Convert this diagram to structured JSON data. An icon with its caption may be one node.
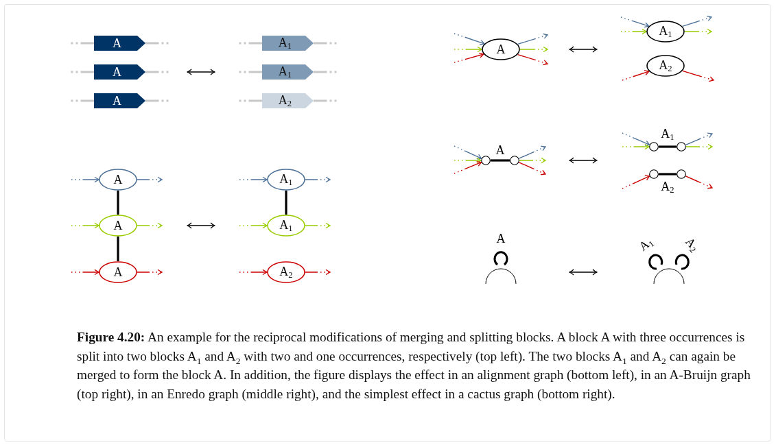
{
  "diagram": {
    "caption": "**Figure 4.20:** An example for the reciprocal modifications of merging and splitting blocks. A block A with three occurrences is split into two blocks A$_{1}$ and A$_{2}$ with two and one occurrences, respectively (top left). The two blocks A$_{1}$ and A$_{2}$ can again be merged to form the block A. In addition, the figure displays the effect in an alignment graph (bottom left), in an A-Bruijn graph (top right), in an Enredo graph (middle right), and the simplest effect in a cactus graph (bottom right).",
    "nodes": [
      {
        "text": [
          "A"
        ]
      },
      {
        "text": [
          "A"
        ]
      },
      {
        "text": [
          "A"
        ]
      },
      {
        "text": [
          "A$_{1}$"
        ]
      },
      {
        "text": [
          "A$_{1}$"
        ]
      },
      {
        "text": [
          "A$_{2}$"
        ]
      },
      {
        "text": [
          "A"
        ]
      },
      {
        "text": [
          "A"
        ]
      },
      {
        "text": [
          "A"
        ]
      },
      {
        "text": [
          "A$_{1}$"
        ]
      },
      {
        "text": [
          "A$_{1}$"
        ]
      },
      {
        "text": [
          "A$_{2}$"
        ]
      },
      {
        "text": [
          "A"
        ]
      },
      {
        "text": [
          "A$_{1}$"
        ]
      },
      {
        "text": [
          "A$_{2}$"
        ]
      },
      {
        "text": [],
        "shape": "circle"
      },
      {
        "text": [],
        "shape": "circle"
      },
      {
        "text": [],
        "shape": "circle"
      },
      {
        "text": [],
        "shape": "circle"
      },
      {
        "text": [],
        "shape": "circle"
      },
      {
        "text": [],
        "shape": "circle"
      }
    ],
    "edges": [
      {
        "from": null,
        "to": 0,
        "arrow": "none",
        "style": "dashed",
        "color": "#c8c8c8"
      },
      {
        "from": 0,
        "to": null,
        "arrow": "none",
        "style": "dashed",
        "color": "#c8c8c8"
      },
      {
        "from": null,
        "to": 1,
        "arrow": "none",
        "style": "dashed",
        "color": "#c8c8c8"
      },
      {
        "from": 1,
        "to": null,
        "arrow": "none",
        "style": "dashed",
        "color": "#c8c8c8"
      },
      {
        "from": null,
        "to": 2,
        "arrow": "none",
        "style": "dashed",
        "color": "#c8c8c8"
      },
      {
        "from": 2,
        "to": null,
        "arrow": "none",
        "style": "dashed",
        "color": "#c8c8c8"
      },
      {
        "from": null,
        "to": 3,
        "arrow": "none",
        "style": "dashed",
        "color": "#c8c8c8"
      },
      {
        "from": 3,
        "to": null,
        "arrow": "none",
        "style": "dashed",
        "color": "#c8c8c8"
      },
      {
        "from": null,
        "to": 4,
        "arrow": "none",
        "style": "dashed",
        "color": "#c8c8c8"
      },
      {
        "from": 4,
        "to": null,
        "arrow": "none",
        "style": "dashed",
        "color": "#c8c8c8"
      },
      {
        "from": null,
        "to": 5,
        "arrow": "none",
        "style": "dashed",
        "color": "#c8c8c8"
      },
      {
        "from": 5,
        "to": null,
        "arrow": "none",
        "style": "dashed",
        "color": "#c8c8c8"
      },
      {
        "from": null,
        "to": 6,
        "arrow": "to",
        "style": "dashed",
        "color": "#4e7299"
      },
      {
        "from": 6,
        "to": null,
        "arrow": "to",
        "style": "dashed",
        "color": "#4e7299"
      },
      {
        "from": null,
        "to": 7,
        "arrow": "to",
        "style": "dashed",
        "color": "#99cc00"
      },
      {
        "from": 7,
        "to": null,
        "arrow": "to",
        "style": "dashed",
        "color": "#99cc00"
      },
      {
        "from": null,
        "to": 8,
        "arrow": "to",
        "style": "dashed",
        "color": "#cc0000"
      },
      {
        "from": 8,
        "to": null,
        "arrow": "to",
        "style": "dashed",
        "color": "#cc0000"
      },
      {
        "from": null,
        "to": 9,
        "arrow": "to",
        "style": "dashed",
        "color": "#4e7299"
      },
      {
        "from": 9,
        "to": null,
        "arrow": "to",
        "style": "dashed",
        "color": "#4e7299"
      },
      {
        "from": null,
        "to": 10,
        "arrow": "to",
        "style": "dashed",
        "color": "#99cc00"
      },
      {
        "from": 10,
        "to": null,
        "arrow": "to",
        "style": "dashed",
        "color": "#99cc00"
      },
      {
        "from": null,
        "to": 11,
        "arrow": "to",
        "style": "dashed",
        "color": "#cc0000"
      },
      {
        "from": 11,
        "to": null,
        "arrow": "to",
        "style": "dashed",
        "color": "#cc0000"
      },
      {
        "from": 6,
        "to": 7,
        "arrow": "none",
        "style": "thick",
        "color": "#000000"
      },
      {
        "from": 7,
        "to": 8,
        "arrow": "none",
        "style": "thick",
        "color": "#000000"
      },
      {
        "from": 9,
        "to": 10,
        "arrow": "none",
        "style": "thick",
        "color": "#000000"
      },
      {
        "from": null,
        "to": 12,
        "arrow": "to",
        "style": "dashed",
        "color": "#4e7299"
      },
      {
        "from": null,
        "to": 12,
        "arrow": "to",
        "style": "dashed",
        "color": "#99cc00"
      },
      {
        "from": null,
        "to": 12,
        "arrow": "to",
        "style": "dashed",
        "color": "#cc0000"
      },
      {
        "from": 12,
        "to": null,
        "arrow": "to",
        "style": "dashed",
        "color": "#4e7299"
      },
      {
        "from": 12,
        "to": null,
        "arrow": "to",
        "style": "dashed",
        "color": "#99cc00"
      },
      {
        "from": 12,
        "to": null,
        "arrow": "to",
        "style": "dashed",
        "color": "#cc0000"
      },
      {
        "from": null,
        "to": 13,
        "arrow": "to",
        "style": "dashed",
        "color": "#4e7299"
      },
      {
        "from": null,
        "to": 13,
        "arrow": "to",
        "style": "dashed",
        "color": "#99cc00"
      },
      {
        "from": 13,
        "to": null,
        "arrow": "to",
        "style": "dashed",
        "color": "#4e7299"
      },
      {
        "from": 13,
        "to": null,
        "arrow": "to",
        "style": "dashed",
        "color": "#99cc00"
      },
      {
        "from": null,
        "to": 14,
        "arrow": "to",
        "style": "dashed",
        "color": "#cc0000"
      },
      {
        "from": 14,
        "to": null,
        "arrow": "to",
        "style": "dashed",
        "color": "#cc0000"
      },
      {
        "from": null,
        "to": 15,
        "arrow": "to",
        "style": "dashed",
        "color": "#4e7299"
      },
      {
        "from": null,
        "to": 15,
        "arrow": "to",
        "style": "dashed",
        "color": "#99cc00"
      },
      {
        "from": null,
        "to": 15,
        "arrow": "to",
        "style": "dashed",
        "color": "#cc0000"
      },
      {
        "from": 15,
        "to": 16,
        "arrow": "none",
        "style": "thick",
        "color": "#000000",
        "label": "A"
      },
      {
        "from": 16,
        "to": null,
        "arrow": "to",
        "style": "dashed",
        "color": "#4e7299"
      },
      {
        "from": 16,
        "to": null,
        "arrow": "to",
        "style": "dashed",
        "color": "#99cc00"
      },
      {
        "from": 16,
        "to": null,
        "arrow": "to",
        "style": "dashed",
        "color": "#cc0000"
      },
      {
        "from": null,
        "to": 17,
        "arrow": "to",
        "style": "dashed",
        "color": "#4e7299"
      },
      {
        "from": null,
        "to": 17,
        "arrow": "to",
        "style": "dashed",
        "color": "#99cc00"
      },
      {
        "from": 17,
        "to": 18,
        "arrow": "none",
        "style": "thick",
        "color": "#000000",
        "label": "A$_{1}$"
      },
      {
        "from": 18,
        "to": null,
        "arrow": "to",
        "style": "dashed",
        "color": "#4e7299"
      },
      {
        "from": 18,
        "to": null,
        "arrow": "to",
        "style": "dashed",
        "color": "#99cc00"
      },
      {
        "from": null,
        "to": 19,
        "arrow": "to",
        "style": "dashed",
        "color": "#cc0000"
      },
      {
        "from": 19,
        "to": 20,
        "arrow": "none",
        "style": "thick",
        "color": "#000000",
        "label": "A$_{2}$"
      },
      {
        "from": 20,
        "to": null,
        "arrow": "to",
        "style": "dashed",
        "color": "#cc0000"
      }
    ],
    "labels": [
      "A",
      "A$_{1}$",
      "A$_{2}$"
    ]
  }
}
